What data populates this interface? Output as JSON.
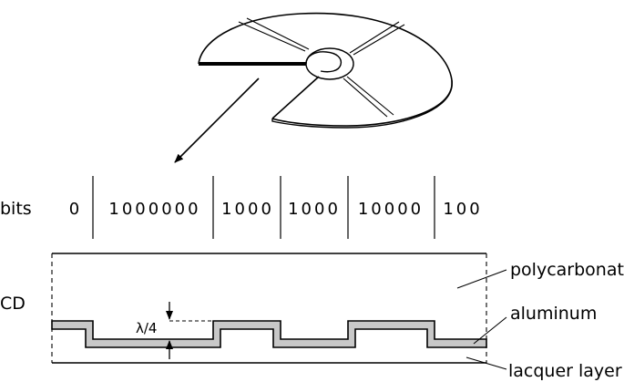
{
  "disc": {
    "description_visible": false
  },
  "bits": {
    "label": "bits",
    "groups": [
      "0",
      "1000000",
      "1000",
      "1000",
      "10000",
      "100"
    ]
  },
  "cd": {
    "label": "CD",
    "depth_label": "λ/4"
  },
  "layers": {
    "polycarbonate": "polycarbonat",
    "aluminum": "aluminum",
    "lacquer": "lacquer layer"
  },
  "colors": {
    "line": "#000000",
    "aluminum_fill": "#c8c8c8",
    "background": "#ffffff"
  }
}
